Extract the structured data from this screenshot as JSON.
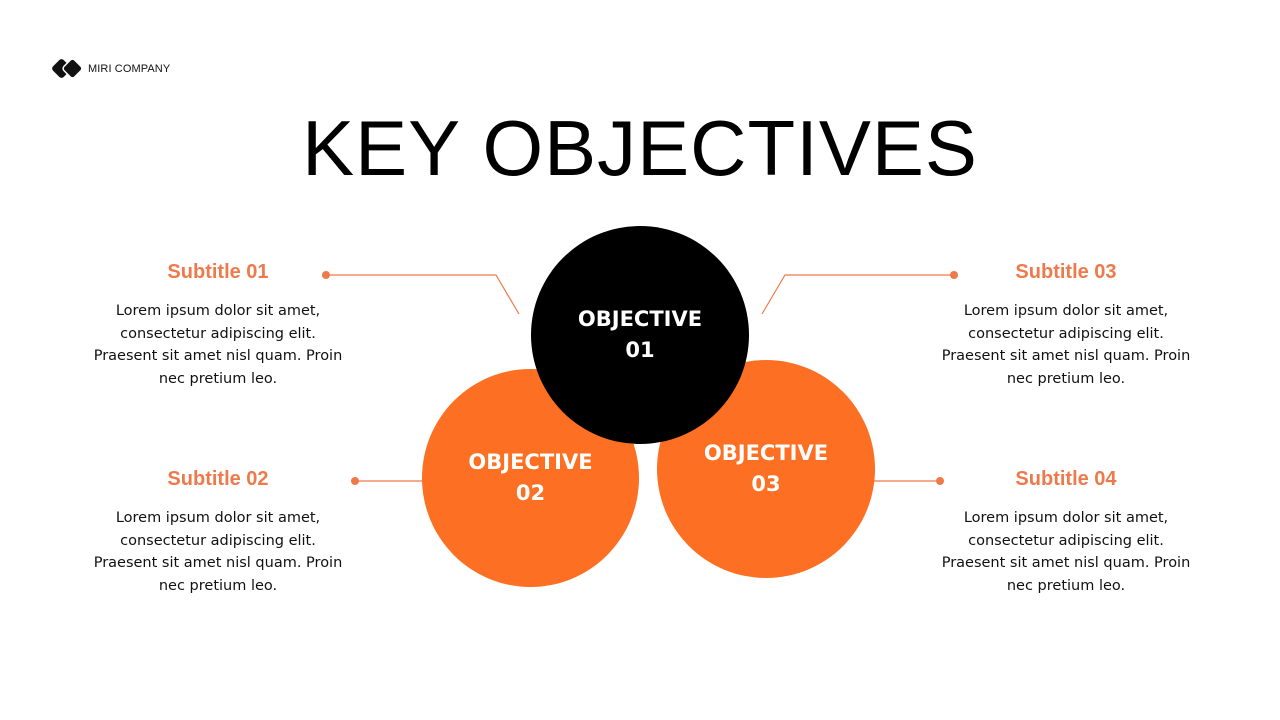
{
  "brand": {
    "name": "MIRI COMPANY",
    "icon": "double-diamond-logo-icon"
  },
  "title": "KEY OBJECTIVES",
  "colors": {
    "accent_orange": "#fd7023",
    "subtitle_orange": "#ee7a4c",
    "connector": "#ee7a4c",
    "dark": "#000000"
  },
  "objectives": [
    {
      "line1": "OBJECTIVE",
      "line2": "01",
      "color": "#000000"
    },
    {
      "line1": "OBJECTIVE",
      "line2": "02",
      "color": "#fd7023"
    },
    {
      "line1": "OBJECTIVE",
      "line2": "03",
      "color": "#fd7023"
    }
  ],
  "subtitles": [
    {
      "title": "Subtitle 01",
      "body": [
        "Lorem ipsum dolor sit amet,",
        "consectetur adipiscing elit.",
        "Praesent sit amet nisl quam. Proin",
        "nec pretium leo."
      ]
    },
    {
      "title": "Subtitle 02",
      "body": [
        "Lorem ipsum dolor sit amet,",
        "consectetur adipiscing elit.",
        "Praesent sit amet nisl quam. Proin",
        "nec pretium leo."
      ]
    },
    {
      "title": "Subtitle 03",
      "body": [
        "Lorem ipsum dolor sit amet,",
        "consectetur adipiscing elit.",
        "Praesent sit amet nisl quam. Proin",
        "nec pretium leo."
      ]
    },
    {
      "title": "Subtitle 04",
      "body": [
        "Lorem ipsum dolor sit amet,",
        "consectetur adipiscing elit.",
        "Praesent sit amet nisl quam. Proin",
        "nec pretium leo."
      ]
    }
  ]
}
